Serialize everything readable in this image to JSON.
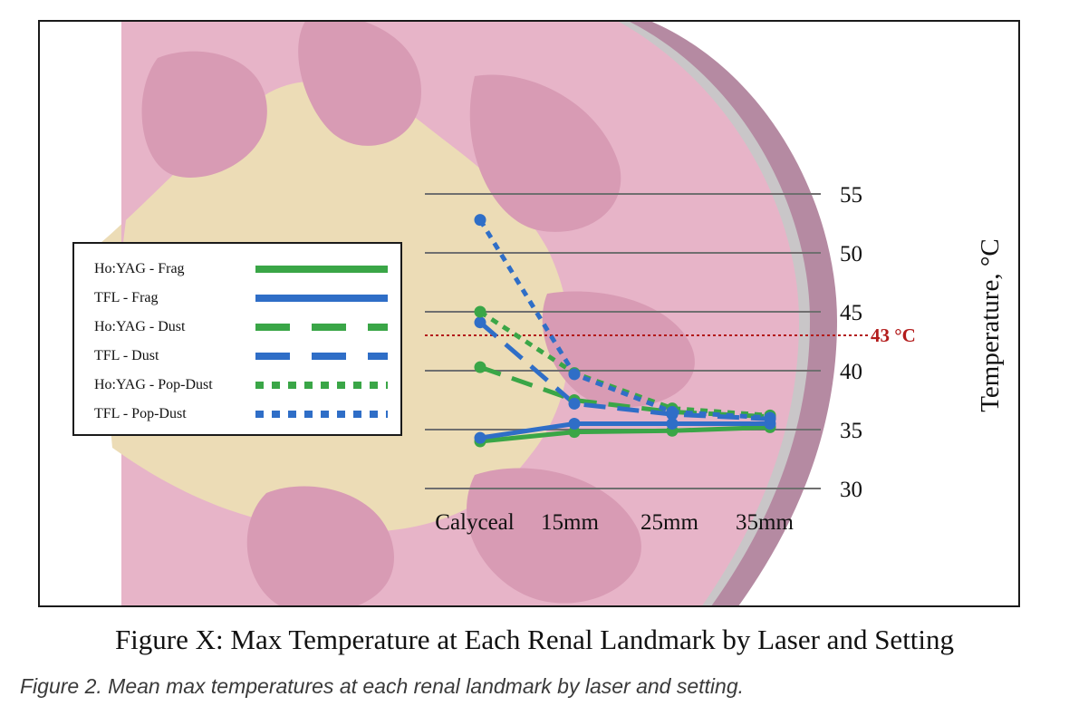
{
  "figure": {
    "heading": "Figure X: Max Temperature at Each Renal Landmark by Laser and Setting",
    "caption": "Figure 2. Mean max temperatures at each renal landmark by laser and setting."
  },
  "chart_data": {
    "type": "line",
    "title": "",
    "xlabel": "",
    "ylabel": "Temperature, °C",
    "categories": [
      "Calyceal",
      "15mm",
      "25mm",
      "35mm"
    ],
    "yticks": [
      55,
      50,
      45,
      40,
      35,
      30
    ],
    "ylim": [
      30,
      55
    ],
    "grid": true,
    "legend_position": "left",
    "reference_line": {
      "value": 43,
      "label": "43 °C",
      "color": "#b31b1b"
    },
    "colors": {
      "hoyag": "#3aa647",
      "tfl": "#2f6ec7"
    },
    "series": [
      {
        "name": "Ho:YAG - Frag",
        "color": "#3aa647",
        "dash": "solid",
        "values": [
          34.0,
          34.8,
          34.9,
          35.2
        ]
      },
      {
        "name": "TFL - Frag",
        "color": "#2f6ec7",
        "dash": "solid",
        "values": [
          34.3,
          35.5,
          35.5,
          35.5
        ]
      },
      {
        "name": "Ho:YAG - Dust",
        "color": "#3aa647",
        "dash": "dash",
        "values": [
          40.3,
          37.5,
          36.5,
          36.1
        ]
      },
      {
        "name": "TFL - Dust",
        "color": "#2f6ec7",
        "dash": "dash",
        "values": [
          44.1,
          37.2,
          36.3,
          35.9
        ]
      },
      {
        "name": "Ho:YAG - Pop-Dust",
        "color": "#3aa647",
        "dash": "dot",
        "values": [
          45.0,
          39.8,
          36.8,
          36.2
        ]
      },
      {
        "name": "TFL - Pop-Dust",
        "color": "#2f6ec7",
        "dash": "dot",
        "values": [
          52.8,
          39.7,
          36.5,
          36.0
        ]
      }
    ]
  }
}
